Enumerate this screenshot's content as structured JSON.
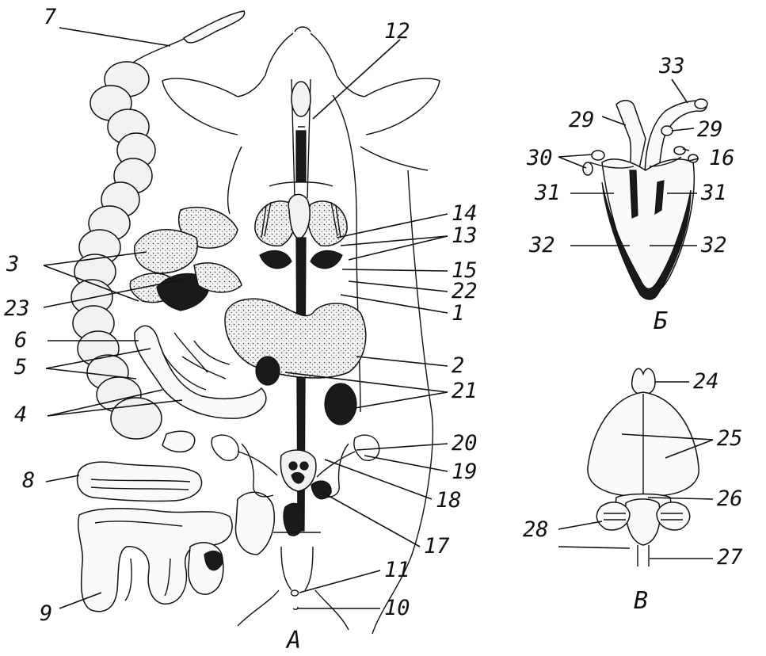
{
  "figure_panels": {
    "main": "А",
    "heart": "Б",
    "brain": "В"
  },
  "labels_left": [
    "7",
    "3",
    "23",
    "6",
    "5",
    "4",
    "8",
    "9"
  ],
  "labels_right": [
    "12",
    "14",
    "13",
    "15",
    "22",
    "1",
    "2",
    "21",
    "20",
    "19",
    "18",
    "17",
    "11",
    "10"
  ],
  "labels_heart": [
    "33",
    "29",
    "29",
    "30",
    "16",
    "31",
    "31",
    "32",
    "32"
  ],
  "labels_brain": [
    "24",
    "25",
    "26",
    "28",
    "27"
  ]
}
